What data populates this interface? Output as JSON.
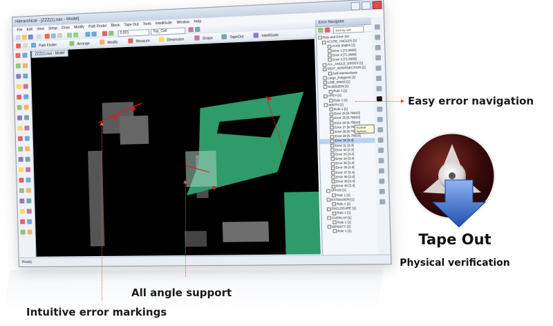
{
  "app": {
    "title": "Hierarchical - [ZZZ(1).oas - Model]",
    "menus": [
      "File",
      "Edit",
      "View",
      "Setup",
      "Draw",
      "Modify",
      "Path Finder",
      "Block",
      "Tape Out",
      "Tools",
      "IntelliSuite",
      "Window",
      "Help"
    ],
    "toolbar_zoom_value": "0.001",
    "toolbar_cell_value": "Top_Cell",
    "toolbar2_items": [
      "Path Finder",
      "Arrange",
      "Modify",
      "Measure",
      "Dimension",
      "Snaps",
      "TapeOut",
      "IntelliSuite"
    ],
    "canvas_tab": "ZZZ(1).oas - Model",
    "status": "Ready"
  },
  "error_panel": {
    "title": "Error Navigator",
    "sort_label": "Sort by rule",
    "rows": [
      "Rule and Error Set",
      "ACUTE_ANGLES [1]",
      "Acute angles [1]",
      "Error 1 [72.5650]",
      "Error 2 [71.5650]",
      "Error 3 [71.5650]",
      "ALL_ANGLE_EDGES [1]",
      "SELF_INTERSECTION [1]",
      "Self intersections",
      "Large_Polygons [1]",
      "LINE_ENDS [1]",
      "SUBSIZEN [1]",
      "Rule 1 [1]",
      "AREA [1]",
      "Rule 1 [1]",
      "WIDTH [1]",
      "Rule 1 [1]",
      "Error 24 [5.78910]",
      "Error 25 [6.78910]",
      "Error 26 [6.78910]",
      "Error 27 [6.78910]",
      "Error 28 [6.78910]",
      "Error 29 [6.78910]",
      "Error 30 [3.4]",
      "Error 31 [3.4]",
      "Error 32 [3.4]",
      "Error 33 [3.4]",
      "Error 34 [3.4]",
      "Error 35 [3.4]",
      "Error 36 [3.4]",
      "Error 37 [3.4]",
      "Error 38 [3.4]",
      "Error 39 [3.4]",
      "Error 40 [3.4]",
      "SPACE [1]",
      "Rule 1 [1]",
      "EXTENSION [1]",
      "Rule 1 [1]",
      "ENCLOSURE [1]",
      "Rule 1 [1]",
      "OVERLAP [1]",
      "Rule 1 [1]",
      "DENSITY [1]",
      "Rule 1 [1]"
    ],
    "selected_row": 23,
    "tooltip": "Toolbar Options"
  },
  "callouts": {
    "navigation": "Easy error navigation",
    "angle": "All angle support",
    "markings": "Intuitive error markings"
  },
  "tapeout": {
    "title": "Tape Out",
    "subtitle": "Physical verification"
  },
  "colors": {
    "accent_orange": "#d9623a",
    "layout_green": "#2f9a6a",
    "canvas_bg": "#000000",
    "grey_shape": "#5a5a5a",
    "marker_red": "#e01b1b",
    "reel_dark": "#3a0b0b",
    "arrow_blue": "#2d63c8"
  },
  "icons": {
    "reel": "film-reel-icon",
    "download_arrow": "down-arrow-icon"
  }
}
